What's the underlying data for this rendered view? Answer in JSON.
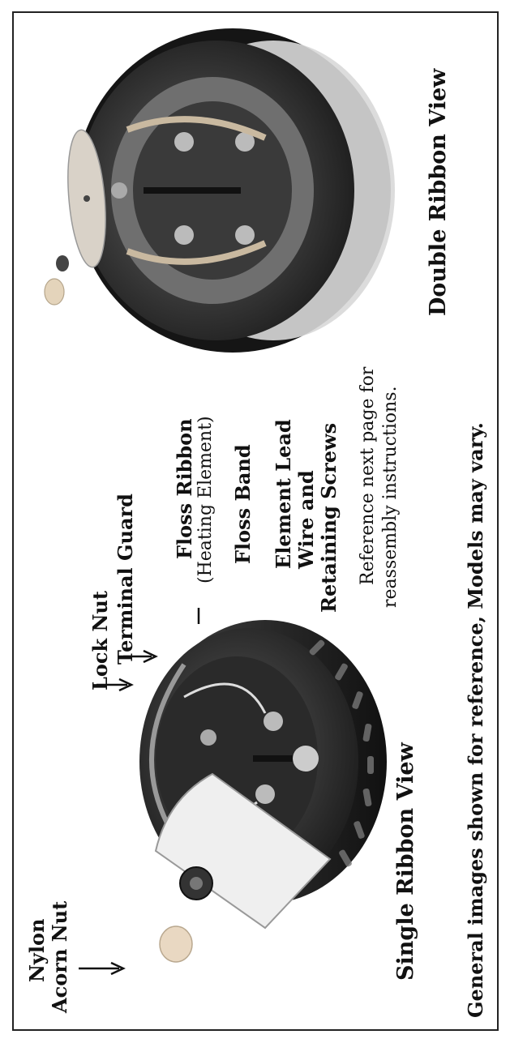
{
  "single": {
    "view_title": "Single Ribbon View",
    "labels": {
      "nylon": "Nylon",
      "acorn_nut": "Acorn Nut",
      "lock_nut": "Lock Nut",
      "terminal_guard": "Terminal Guard",
      "floss_ribbon": "Floss Ribbon",
      "heating_element": "(Heating Element)",
      "floss_band": "Floss Band",
      "element_lead": "Element Lead",
      "wire_and": "Wire and",
      "retaining_screws": "Retaining Screws"
    }
  },
  "double": {
    "view_title": "Double Ribbon View"
  },
  "reference_line1": "Reference next page for",
  "reference_line2": "reassembly instructions.",
  "footer_note": "General images shown for reference, Models may vary."
}
